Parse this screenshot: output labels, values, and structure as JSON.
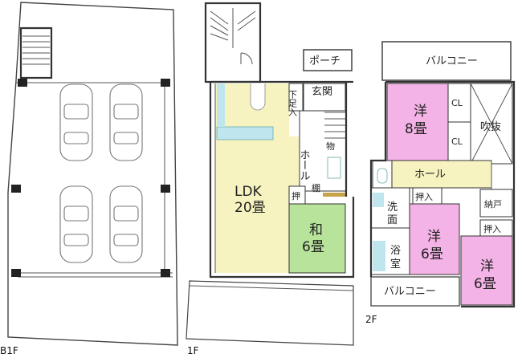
{
  "floors": {
    "b1": {
      "label": "B1F"
    },
    "f1": {
      "label": "1F",
      "rooms": {
        "porch": "ポーチ",
        "entrance": "玄関",
        "footrest": "下足入",
        "storage": "物",
        "hall": "ホール",
        "shelf": "棚",
        "closet": "押",
        "ldk_name": "LDK",
        "ldk_size": "20畳",
        "japanese_name": "和",
        "japanese_size": "6畳"
      }
    },
    "f2": {
      "label": "2F",
      "rooms": {
        "balcony_top": "バルコニー",
        "western_a_name": "洋",
        "western_a_size": "8畳",
        "cl_1": "CL",
        "cl_2": "CL",
        "void": "吹抜",
        "hall": "ホール",
        "closet_a": "押入",
        "pantry": "納戸",
        "closet_b": "押入",
        "wash_1": "洗",
        "wash_2": "面",
        "bath_1": "浴",
        "bath_2": "室",
        "western_b_name": "洋",
        "western_b_size": "6畳",
        "western_c_name": "洋",
        "western_c_size": "6畳",
        "balcony_bottom": "バルコニー"
      }
    }
  },
  "colors": {
    "ldk": "#f6f3c0",
    "kitchen": "#bfe6ee",
    "japanese": "#b7e39a",
    "western": "#f4b3e6",
    "entrance": "#ffffff",
    "wall": "#333333",
    "shelf": "#c9a24c"
  }
}
